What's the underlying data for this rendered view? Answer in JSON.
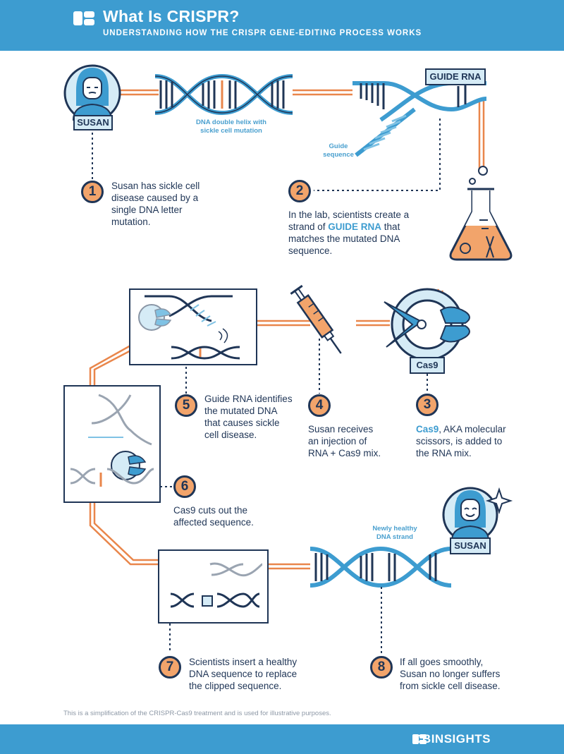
{
  "header": {
    "title": "What Is CRISPR?",
    "subtitle": "UNDERSTANDING HOW THE CRISPR GENE-EDITING PROCESS WORKS"
  },
  "labels": {
    "susan_top": "SUSAN",
    "susan_bottom": "SUSAN",
    "guide_rna_tag": "GUIDE RNA",
    "cas9_tag": "Cas9",
    "dna_caption": "DNA double helix with sickle cell mutation",
    "guide_sequence_caption": "Guide sequence",
    "healthy_caption": "Newly healthy DNA strand"
  },
  "steps": [
    {
      "num": "1",
      "text": "Susan has sickle cell disease caused by a single DNA letter mutation."
    },
    {
      "num": "2",
      "pre": "In the lab, scientists create a strand of ",
      "highlight": "GUIDE RNA",
      "post": " that matches the mutated DNA sequence."
    },
    {
      "num": "3",
      "highlight": "Cas9",
      "post": ", AKA molecular scissors, is added to the RNA mix."
    },
    {
      "num": "4",
      "text": "Susan receives an injection of RNA + Cas9 mix."
    },
    {
      "num": "5",
      "text": "Guide RNA identifies the mutated DNA that causes sickle cell disease."
    },
    {
      "num": "6",
      "text": "Cas9 cuts out the affected sequence."
    },
    {
      "num": "7",
      "text": "Scientists insert a healthy DNA sequence to replace the clipped sequence."
    },
    {
      "num": "8",
      "text": "If all goes smoothly, Susan no longer suffers from sickle cell disease."
    }
  ],
  "footnote": "This is a simplification of the CRISPR-Cas9 treatment and is used for illustrative purposes.",
  "footer": {
    "brand": "CBINSIGHTS"
  },
  "colors": {
    "blue": "#3d9cd0",
    "navy": "#1f3556",
    "orange": "#f2a46b",
    "light": "#d5ebf6",
    "line": "#e9864b"
  }
}
